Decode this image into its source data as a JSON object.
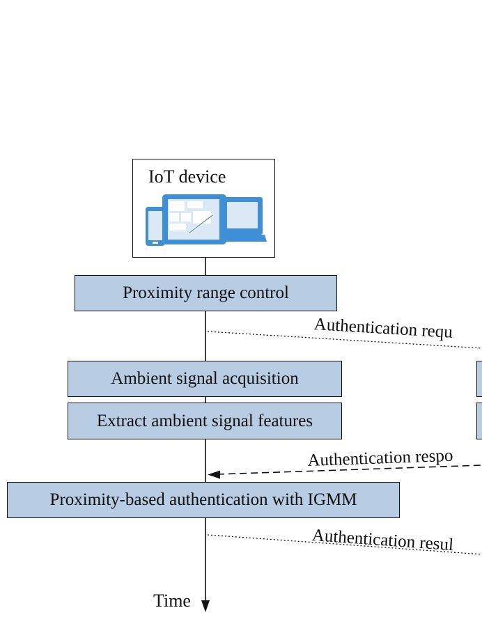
{
  "device": {
    "title": "IoT device",
    "icon": "iot-devices-icon"
  },
  "steps": [
    "Proximity range control",
    "Ambient signal acquisition",
    "Extract ambient signal features",
    "Proximity-based authentication with IGMM"
  ],
  "messages": {
    "request": "Authentication requ",
    "response": "Authentication respo",
    "result": "Authentication resul"
  },
  "axis": {
    "time_label": "Time"
  },
  "colors": {
    "box_fill": "#b8cce4",
    "icon_blue": "#3f8fd6",
    "line": "#111111"
  }
}
